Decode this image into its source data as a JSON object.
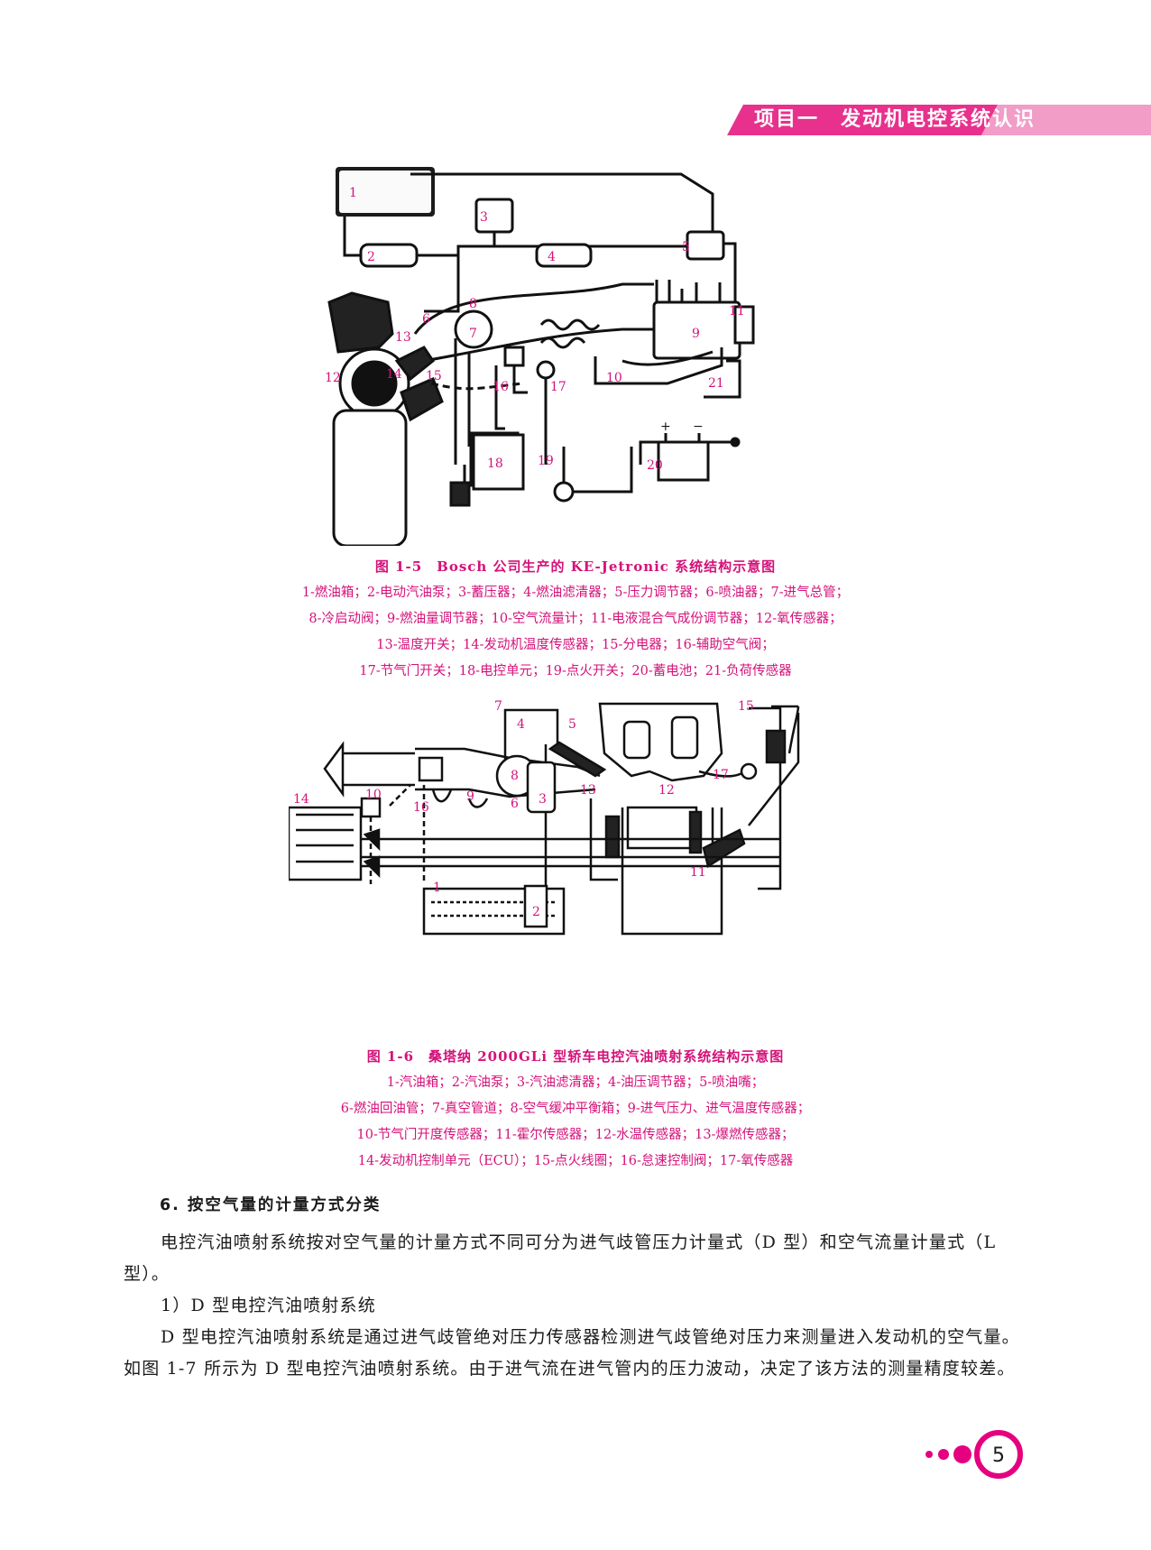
{
  "header": {
    "text": "项目一　发动机电控系统认识",
    "band_color": "#e8318c",
    "band_light": "#f29cc8"
  },
  "figure1": {
    "labels": [
      "1",
      "2",
      "3",
      "4",
      "5",
      "6",
      "7",
      "8",
      "9",
      "10",
      "11",
      "12",
      "13",
      "14",
      "15",
      "16",
      "17",
      "18",
      "19",
      "20",
      "21"
    ],
    "battery_plus": "+",
    "battery_minus": "−",
    "caption_title": "图 1-5　Bosch 公司生产的 KE-Jetronic 系统结构示意图",
    "caption_lines": [
      "1-燃油箱；2-电动汽油泵；3-蓄压器；4-燃油滤清器；5-压力调节器；6-喷油器；7-进气总管；",
      "8-冷启动阀；9-燃油量调节器；10-空气流量计；11-电液混合气成份调节器；12-氧传感器；",
      "13-温度开关；14-发动机温度传感器；15-分电器；16-辅助空气阀；",
      "17-节气门开关；18-电控单元；19-点火开关；20-蓄电池；21-负荷传感器"
    ]
  },
  "figure2": {
    "labels": [
      "1",
      "2",
      "3",
      "4",
      "5",
      "6",
      "7",
      "8",
      "9",
      "10",
      "11",
      "12",
      "13",
      "14",
      "15",
      "16",
      "17"
    ],
    "caption_title": "图 1-6　桑塔纳 2000GLi 型轿车电控汽油喷射系统结构示意图",
    "caption_lines": [
      "1-汽油箱；2-汽油泵；3-汽油滤清器；4-油压调节器；5-喷油嘴；",
      "6-燃油回油管；7-真空管道；8-空气缓冲平衡箱；9-进气压力、进气温度传感器；",
      "10-节气门开度传感器；11-霍尔传感器；12-水温传感器；13-爆燃传感器；",
      "14-发动机控制单元（ECU）；15-点火线圈；16-怠速控制阀；17-氧传感器"
    ]
  },
  "section": {
    "heading": "6. 按空气量的计量方式分类",
    "para1": "电控汽油喷射系统按对空气量的计量方式不同可分为进气歧管压力计量式（D 型）和空气流量计量式（L 型）。",
    "item1": "1）D 型电控汽油喷射系统",
    "para2": "D 型电控汽油喷射系统是通过进气歧管绝对压力传感器检测进气歧管绝对压力来测量进入发动机的空气量。如图 1-7 所示为 D 型电控汽油喷射系统。由于进气流在进气管内的压力波动，决定了该方法的测量精度较差。"
  },
  "footer": {
    "page_number": "5",
    "accent": "#e4007f"
  }
}
